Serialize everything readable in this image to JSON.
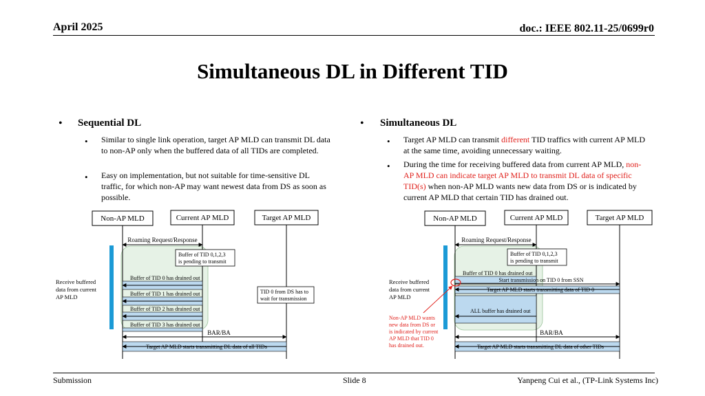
{
  "header": {
    "date": "April 2025",
    "doc": "doc.: IEEE 802.11-25/0699r0"
  },
  "title": "Simultaneous DL in Different TID",
  "left": {
    "heading": "Sequential DL",
    "b1": "Similar to single link operation, target AP MLD can transmit DL data to non-AP only when the buffered data of all TIDs are completed.",
    "b2": "Easy on implementation, but not suitable for time-sensitive DL traffic, for which non-AP may want newest data from DS as soon as possible."
  },
  "right": {
    "heading": "Simultaneous DL",
    "b1_pre": "Target AP MLD can transmit ",
    "b1_red": "different",
    "b1_post": " TID traffics with current AP MLD at the same time, avoiding unnecessary waiting.",
    "b2_pre": "During the time for receiving buffered data from current AP MLD, ",
    "b2_red": "non-AP MLD can indicate target AP MLD to transmit DL data of specific TID(s)",
    "b2_post": " when non-AP MLD wants new data from DS or is indicated by current AP MLD that certain TID has drained out."
  },
  "diagram_left": {
    "non_ap": "Non-AP MLD",
    "current_ap": "Current AP MLD",
    "target_ap": "Target AP MLD",
    "roaming": "Roaming Request/Response",
    "buffer_note_1": "Buffer of TID 0,1,2,3",
    "buffer_note_2": "is pending to transmit",
    "drain0": "Buffer of TID 0 has drained out",
    "drain1": "Buffer of TID 1 has drained out",
    "drain2": "Buffer of TID 2 has drained out",
    "drain3": "Buffer of TID 3 has drained out",
    "receive_1": "Receive buffered",
    "receive_2": "data from current",
    "receive_3": "AP MLD",
    "wait_1": "TID 0 from DS has to",
    "wait_2": "wait for transmission",
    "barba": "BAR/BA",
    "target_starts": "Target AP MLD starts transmitting DL data of all TIDs"
  },
  "diagram_right": {
    "non_ap": "Non-AP MLD",
    "current_ap": "Current AP MLD",
    "target_ap": "Target AP MLD",
    "roaming": "Roaming Request/Response",
    "buffer_note_1": "Buffer of TID 0,1,2,3",
    "buffer_note_2": "is pending to transmit",
    "drain0": "Buffer of TID 0 has drained out",
    "start_ssn": "Start transmission on TID 0 from SSN",
    "target_tid0": "Target AP MLD starts transmitting data of TID 0",
    "all_drained": "ALL buffer has drained out",
    "receive_1": "Receive buffered",
    "receive_2": "data from current",
    "receive_3": "AP MLD",
    "note_1": "Non-AP MLD wants",
    "note_2": "new data from DS or",
    "note_3": "is indicated by current",
    "note_4": "AP MLD that TID 0",
    "note_5": "has drained out.",
    "barba": "BAR/BA",
    "target_starts": "Target AP MLD starts transmitting DL data of other TIDs"
  },
  "footer": {
    "left": "Submission",
    "center": "Slide 8",
    "right": "Yanpeng Cui et al., (TP-Link Systems Inc)"
  },
  "colors": {
    "accent_blue": "#1b9ad6",
    "light_blue": "#bcd9ef",
    "green_shade": "#e6f2e6",
    "red": "#e0201b"
  }
}
